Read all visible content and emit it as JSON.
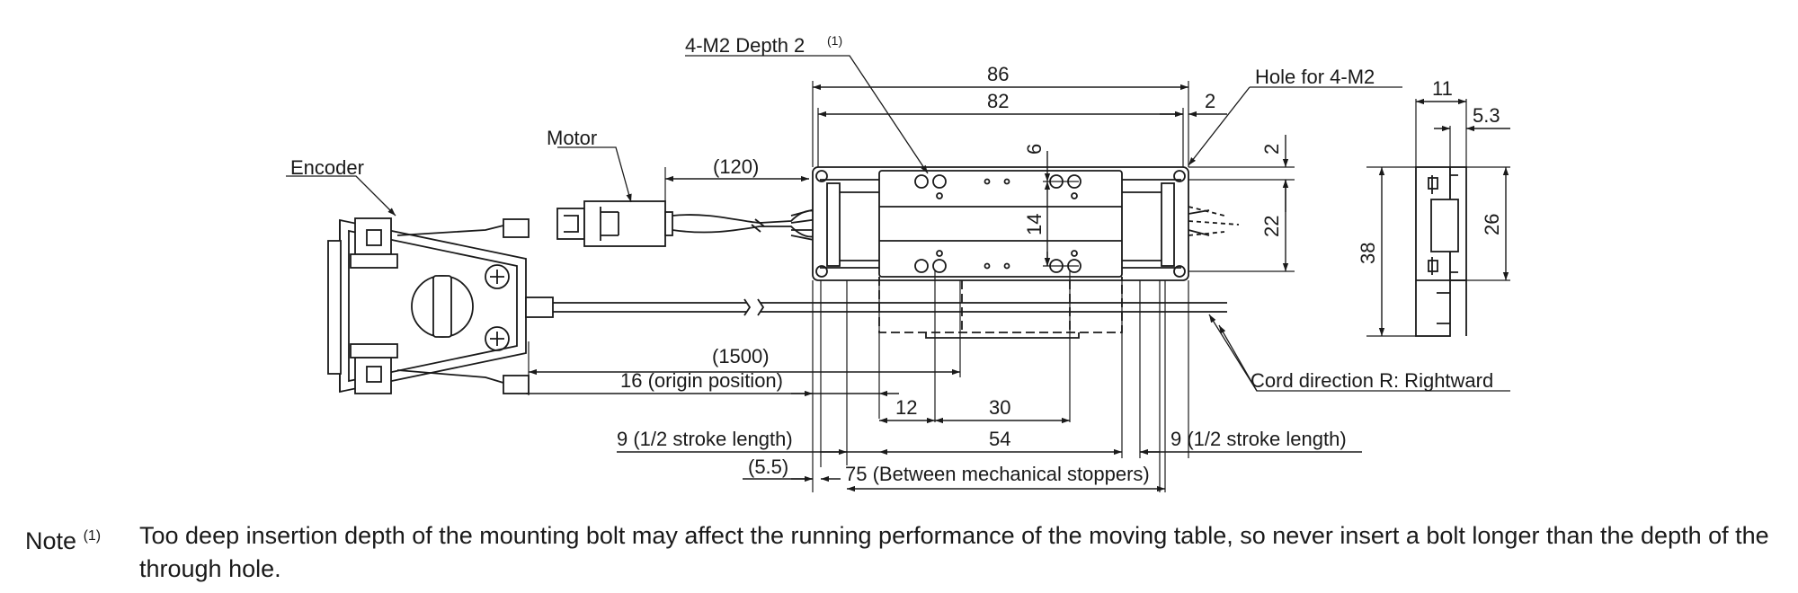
{
  "labels": {
    "encoder": "Encoder",
    "motor": "Motor",
    "m2_depth": "4-M2 Depth 2",
    "m2_depth_ref": "(1)",
    "hole_for_m2": "Hole for 4-M2",
    "cord_direction": "Cord direction R: Rightward",
    "origin_position": "16 (origin position)",
    "half_stroke_left": "9 (1/2 stroke length)",
    "half_stroke_right": "9 (1/2 stroke length)",
    "between_stoppers": "75 (Between mechanical stoppers)",
    "cable_motor": "(120)",
    "cable_encoder": "(1500)",
    "offset": "(5.5)"
  },
  "dimensions": {
    "d86": "86",
    "d82": "82",
    "d2_top": "2",
    "d2_side": "2",
    "d6": "6",
    "d14": "14",
    "d22": "22",
    "d12": "12",
    "d30": "30",
    "d54": "54",
    "d11": "11",
    "d5_3": "5.3",
    "d38": "38",
    "d26": "26"
  },
  "note": {
    "prefix": "Note",
    "ref": "(1)",
    "text": "Too deep insertion depth of the mounting bolt may affect the running performance of the moving table, so never insert a bolt longer than the depth of the through hole."
  }
}
